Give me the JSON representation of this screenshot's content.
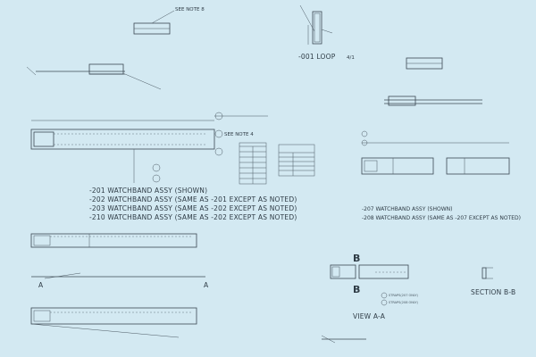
{
  "drawing": {
    "background_color": "#d3e9f2",
    "line_color": "#3b4852",
    "assemblies_left": [
      "-201  WATCHBAND ASSY (SHOWN)",
      "-202  WATCHBAND ASSY (SAME AS -201 EXCEPT AS NOTED)",
      "-203  WATCHBAND ASSY (SAME AS -202 EXCEPT AS NOTED)",
      "-210  WATCHBAND ASSY (SAME AS -202 EXCEPT AS NOTED)"
    ],
    "assemblies_right": [
      "-207 WATCHBAND ASSY (SHOWN)",
      "-208 WATCHBAND ASSY (SAME AS -207 EXCEPT AS NOTED)"
    ],
    "loop_label": "-001 LOOP",
    "loop_scale": "4/1",
    "view_label": "VIEW A-A",
    "section_label": "SECTION B-B",
    "section_marker_a": "A",
    "section_marker_b": "B",
    "notes": {
      "see_note": "SEE NOTE 8",
      "weld_note": "SEE NOTE 4",
      "straps_207": "STRAPS(207 ONLY)",
      "straps_208": "STRAPS(208 ONLY)"
    }
  }
}
